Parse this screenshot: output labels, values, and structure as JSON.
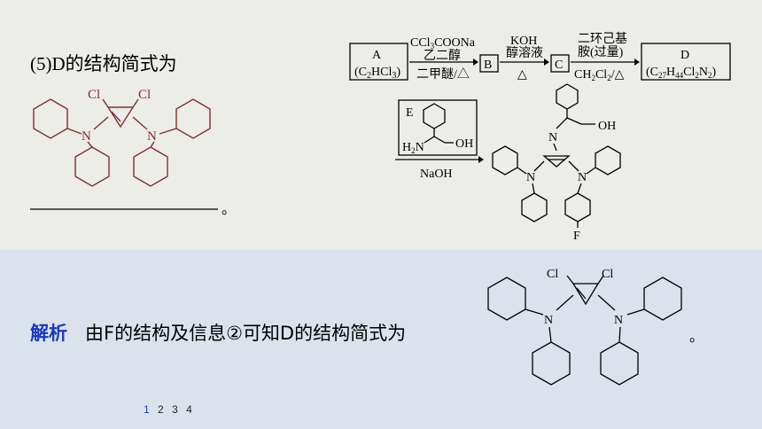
{
  "question": {
    "text": "(5)D的结构简式为",
    "blank_end": "。"
  },
  "scheme": {
    "box_a": {
      "name": "A",
      "formula_main": "(C",
      "formula_sub": "2",
      "formula_rest": "HCl",
      "formula_sub2": "3",
      "formula_end": ")"
    },
    "arrow1": {
      "above1": "CCl",
      "above1_sub": "3",
      "above1_rest": "COONa",
      "above2": "乙二醇",
      "below": "二甲醚/△"
    },
    "box_b": "B",
    "arrow2": {
      "above1": "KOH",
      "above2": "醇溶液",
      "below": "△"
    },
    "box_c": "C",
    "arrow3": {
      "above1": "二环己基",
      "above2": "胺(过量)",
      "below_main": "CH",
      "below_sub": "2",
      "below_rest": "Cl",
      "below_sub2": "2",
      "below_end": "/△"
    },
    "box_d": {
      "name": "D",
      "f1": "(C",
      "s1": "27",
      "f2": "H",
      "s2": "44",
      "f3": "Cl",
      "s3": "2",
      "f4": "N",
      "s4": "2",
      "f5": ")"
    },
    "box_e": "E",
    "e_h2n": "H",
    "e_h2n_sub": "2",
    "e_h2n_rest": "N",
    "e_oh": "OH",
    "arrow4_below": "NaOH",
    "product_oh": "OH",
    "product_f": "F"
  },
  "labels": {
    "cl": "Cl",
    "n": "N"
  },
  "answer": {
    "keyword": "解析",
    "text": "由F的结构及信息②可知D的结构简式为",
    "end": "。"
  },
  "pagination": [
    "1",
    "2",
    "3",
    "4"
  ]
}
